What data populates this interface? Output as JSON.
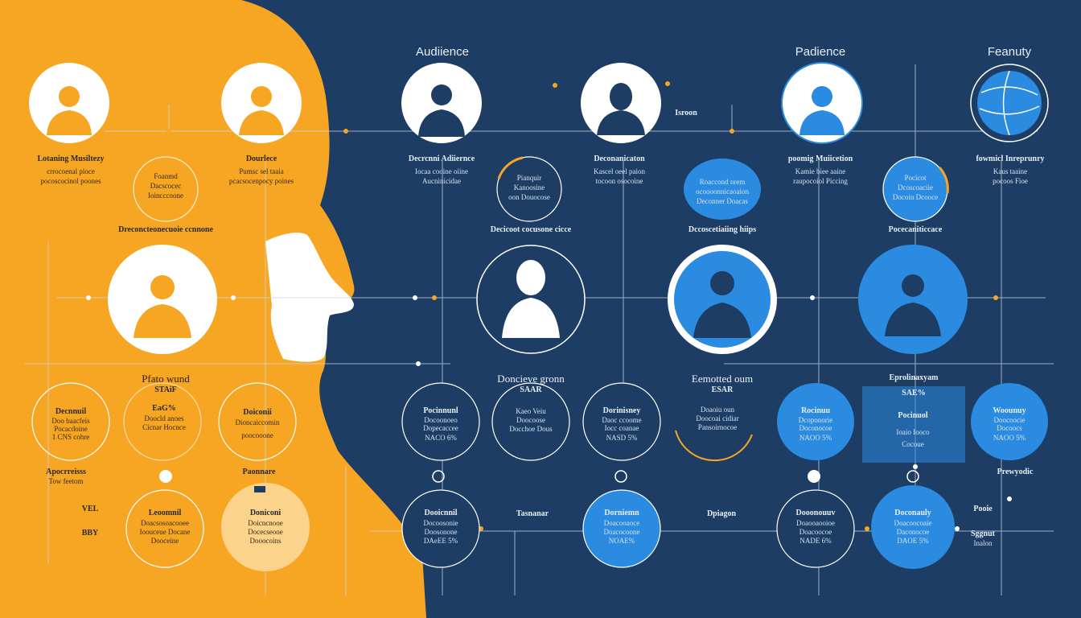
{
  "colors": {
    "background": "#1d3d64",
    "accent_orange": "#f6a623",
    "accent_blue": "#2a8be0",
    "white": "#ffffff"
  },
  "headers": {
    "audience": "Audiience",
    "padience": "Padience",
    "feanuty": "Feanuty"
  },
  "top_row": {
    "c1": {
      "title": "Lotaning Musiltezy",
      "sub1": "crrocoenal pioce",
      "sub2": "pocoscocinol poones"
    },
    "c2": {
      "title": "Dourlece",
      "sub1": "Pumsc sel taaia",
      "sub2": "pcacsocenpocy poines"
    },
    "c3": {
      "title": "Decrcnni Adiiernce",
      "sub1": "Iocaa cooine oiine",
      "sub2": "Aucninicidae"
    },
    "c4": {
      "title": "Deconanicaton",
      "sub1": "Kascel oeel paion",
      "sub2": "tocoon osocoine"
    },
    "c4_tag": "Isroon",
    "c5": {
      "title": "poomig Muiicetion",
      "sub1": "Kamie biee aaine",
      "sub2": "raupocoiol Piccing"
    },
    "c6": {
      "title": "fowmicl Inreprunry",
      "sub1": "Kaus taaine",
      "sub2": "pocoos Fioe"
    }
  },
  "mid_small": {
    "o1": {
      "lines": [
        "Foanmd",
        "Dacscocec",
        "Ioincccoone"
      ],
      "caption": "Dreconcteonecuoie ccnnone"
    },
    "b1": {
      "lines": [
        "Pianquir",
        "Kanoosine",
        "oon Douocose"
      ],
      "caption": "Decicoot cocusone cicce"
    },
    "b2": {
      "lines": [
        "Roaccond nrem",
        "ocoooonnicaoaion",
        "Deconner Doacas"
      ],
      "caption": "Dccoscetiaiing hiips"
    },
    "b3": {
      "lines": [
        "Pocicot",
        "Dcoscoaciie",
        "Docoin Dcooce"
      ],
      "caption": "Pocecaniticcace"
    }
  },
  "middle_labels": {
    "m1": [
      "Pfato wund",
      "STAiF"
    ],
    "m2": [
      "Doncieve gronn",
      "SAAR"
    ],
    "m3": [
      "Eemotted oum",
      "ESAR"
    ],
    "m4": [
      "Eprolinaxyam",
      "SAE%"
    ]
  },
  "row_four": {
    "r1": [
      "Decnnuil",
      "Doo baacfeis",
      "Pocacdoine",
      "1 CNS cohre"
    ],
    "r2": [
      "EaG%",
      "Doocld anoes",
      "Cicnar Hocnce"
    ],
    "r3": [
      "Doiconii",
      "Dioncaiccomin",
      "poocooone"
    ],
    "r4": [
      "Pocinnunl",
      "Docoonoeo",
      "Dopecaccee",
      "NACO 6%"
    ],
    "r5": [
      "Kaeo Veiu",
      "Doocoose",
      "Docchoe Dous"
    ],
    "r6": [
      "Dorinisney",
      "Daoc ccoome",
      "Iocc coanae",
      "NASD 5%"
    ],
    "r7": [
      "Doaoiu oun",
      "Doocoai cidiar",
      "Pansoirnocoe"
    ],
    "r8": [
      "Rocinuu",
      "Dcoponorie",
      "Doconocoe",
      "NAOO 5%"
    ],
    "r9": [
      "Pocinuol",
      "Ioaio Iooco",
      "Cocoue"
    ],
    "r10": [
      "Woounuy",
      "Doocoocie",
      "Docoocs",
      "NAOO 5%"
    ]
  },
  "side_labels": {
    "appro": [
      "Apocrreisss",
      "Tow feetom"
    ],
    "parro": "Paonnare",
    "vel": "VEL",
    "bby": "BBY",
    "teanon": "Tasnanar",
    "dpiagon": "Dpiagon",
    "precogic": "Prewyodic",
    "pooie": "Pooie",
    "sggnt": [
      "Sggnut",
      "Inalon"
    ]
  },
  "row_five": {
    "s1": [
      "Leoomnil",
      "Doacsosoacooee",
      "Ioouceue Docane",
      "Dooceine"
    ],
    "s2": [
      "Doniconi",
      "Doicncnooe",
      "Docecseooe",
      "Dooocoins"
    ],
    "s3": [
      "Dooicnnil",
      "Docoosonie",
      "Doosonone",
      "DAeEE 5%"
    ],
    "s4": [
      "Dorniemn",
      "Doacooaoce",
      "Doacocoone",
      "NOAE%"
    ],
    "s5": [
      "Dooonouuv",
      "Doaooaooioe",
      "Doacoocoe",
      "NADE 6%"
    ],
    "s6": [
      "Doconauly",
      "Doacoocoaie",
      "Daconocoe",
      "DAOE 5%"
    ]
  }
}
